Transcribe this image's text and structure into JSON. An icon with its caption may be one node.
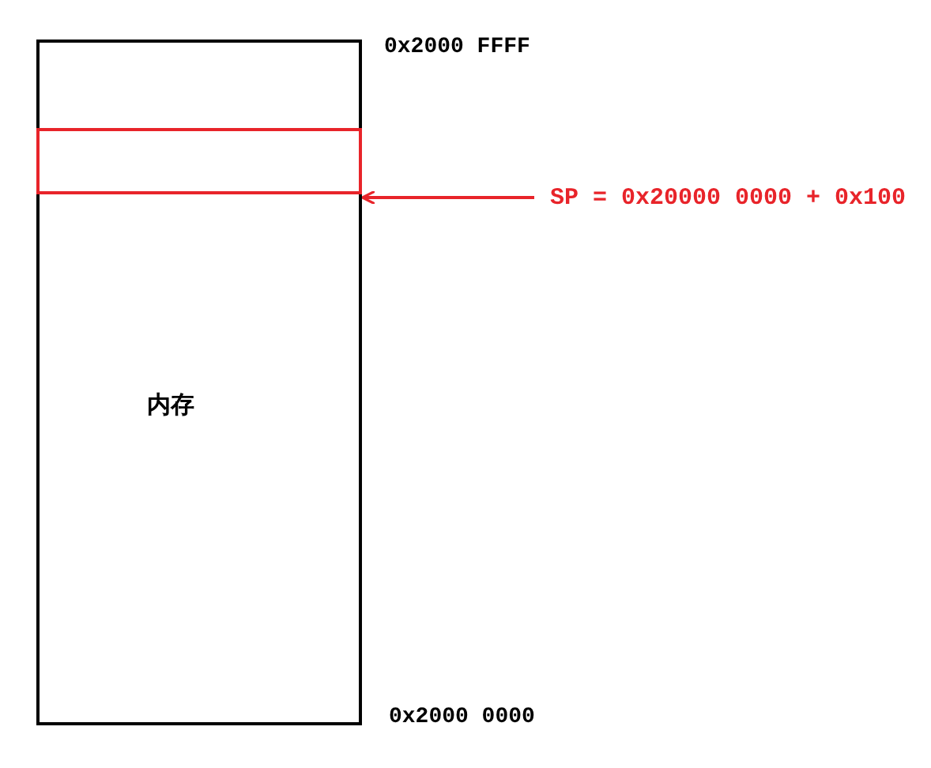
{
  "diagram": {
    "nodes": [
      {
        "text": [
          "内存"
        ]
      },
      {
        "text": [],
        "shape": "box",
        "in": 0
      },
      {
        "text": [
          "SP = 0x20000 0000 + 0x100"
        ]
      }
    ],
    "edges": [
      {
        "from": 2,
        "to": 1,
        "arrow": "to"
      }
    ],
    "labels": [
      "0x2000 FFFF",
      "0x2000 0000"
    ]
  }
}
